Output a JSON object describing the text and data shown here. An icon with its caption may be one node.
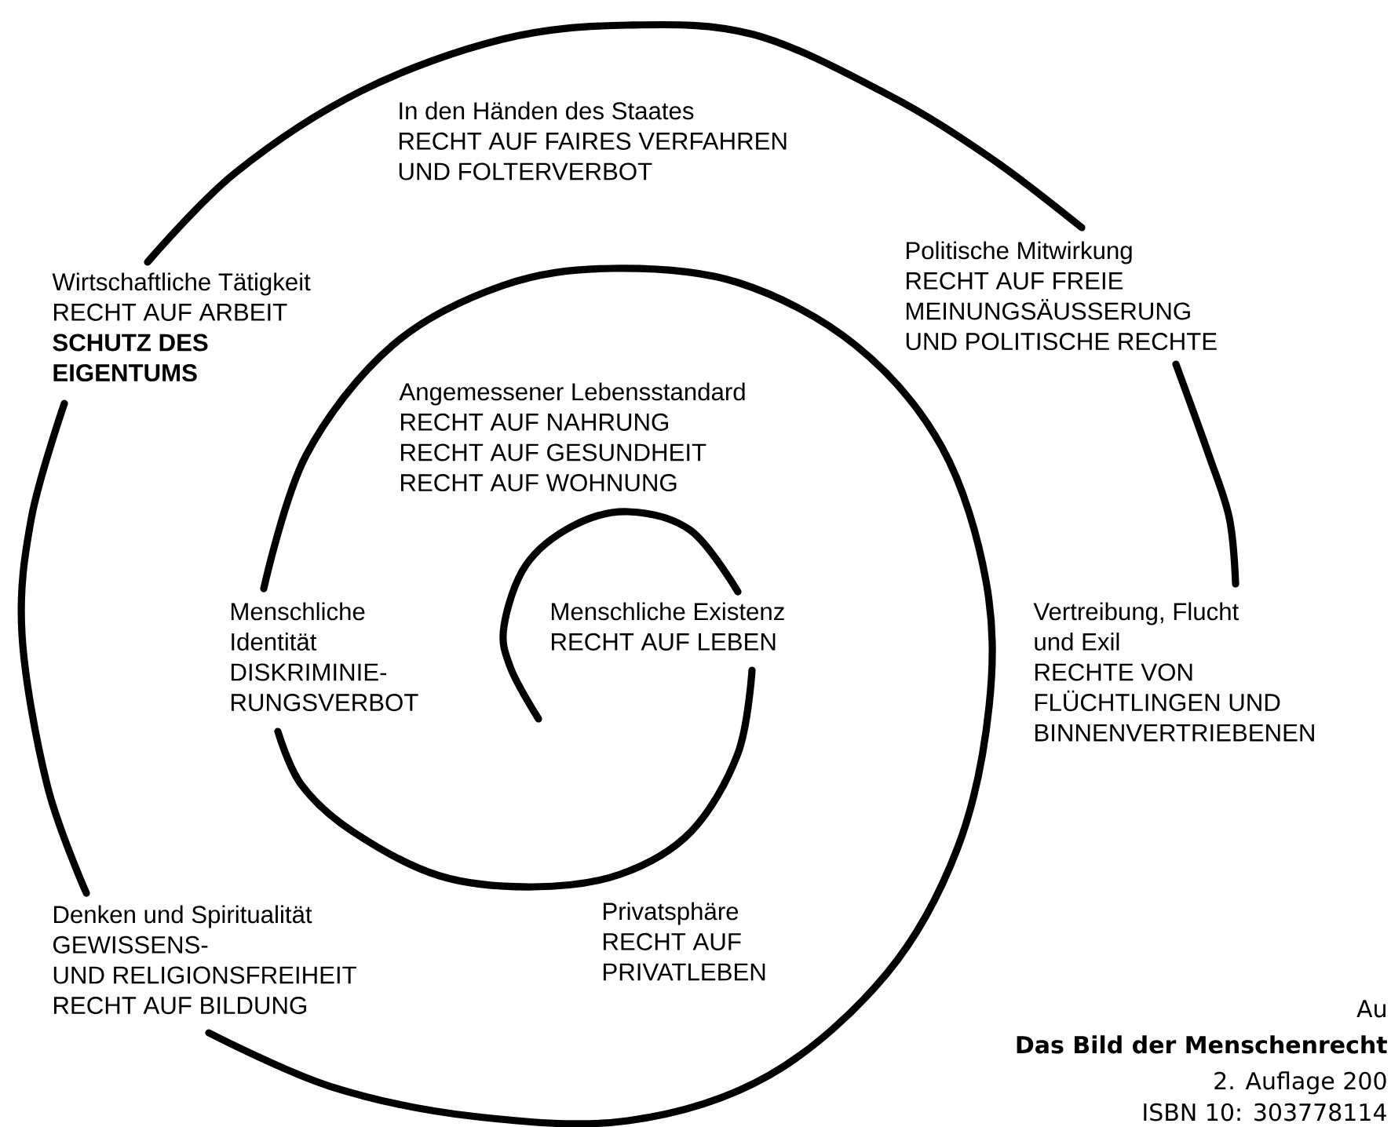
{
  "diagram": {
    "labels": [
      "In den Händen des Staates",
      "RECHT AUF FAIRES VERFAHREN",
      "UND FOLTERVERBOT",
      "Wirtschaftliche Tätigkeit",
      "RECHT AUF ARBEIT",
      "SCHUTZ DES",
      "EIGENTUMS",
      "Politische Mitwirkung",
      "RECHT AUF FREIE",
      "MEINUNGSÄUSSERUNG",
      "UND POLITISCHE RECHTE",
      "Angemessener Lebensstandard",
      "RECHT AUF NAHRUNG",
      "RECHT AUF GESUNDHEIT",
      "RECHT AUF WOHNUNG",
      "Menschliche",
      "Identität",
      "DISKRIMINIE-",
      "RUNGSVERBOT",
      "Menschliche Existenz",
      "RECHT AUF LEBEN",
      "Vertreibung, Flucht",
      "und Exil",
      "RECHTE VON",
      "FLÜCHTLINGEN UND",
      "BINNENVERTRIEBENEN",
      "Denken und Spiritualität",
      "GEWISSENS-",
      "UND RELIGIONSFREIHEIT",
      "RECHT AUF BILDUNG",
      "Privatsphäre",
      "RECHT AUF",
      "PRIVATLEBEN",
      "Au",
      "Das Bild der Menschenrecht",
      "2. Auflage 200",
      "ISBN 10: 303778114"
    ]
  }
}
